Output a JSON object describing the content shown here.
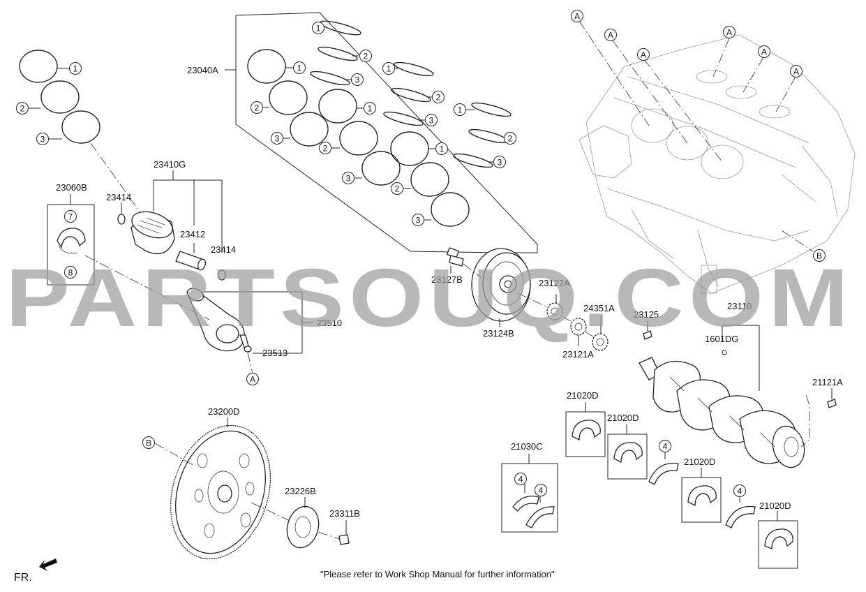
{
  "watermark": "PARTSOUQ.COM",
  "note": "\"Please refer to Work Shop Manual for further information\"",
  "direction_label": "FR.",
  "part_numbers": {
    "p23040A": "23040A",
    "p23410G": "23410G",
    "p23060B": "23060B",
    "p23414a": "23414",
    "p23414b": "23414",
    "p23412": "23412",
    "p23510": "23510",
    "p23513": "23513",
    "p23127B": "23127B",
    "p23122A": "23122A",
    "p24351A": "24351A",
    "p23125": "23125",
    "p23110": "23110",
    "p23124B": "23124B",
    "p23121A": "23121A",
    "p1601DG": "1601DG",
    "p21121A": "21121A",
    "p21020D_1": "21020D",
    "p21020D_2": "21020D",
    "p21020D_3": "21020D",
    "p21020D_4": "21020D",
    "p21030C": "21030C",
    "p23200D": "23200D",
    "p23226B": "23226B",
    "p23311B": "23311B"
  },
  "callouts": {
    "one": "1",
    "two": "2",
    "three": "3",
    "four": "4",
    "seven": "7",
    "eight": "8",
    "A": "A",
    "B": "B"
  }
}
